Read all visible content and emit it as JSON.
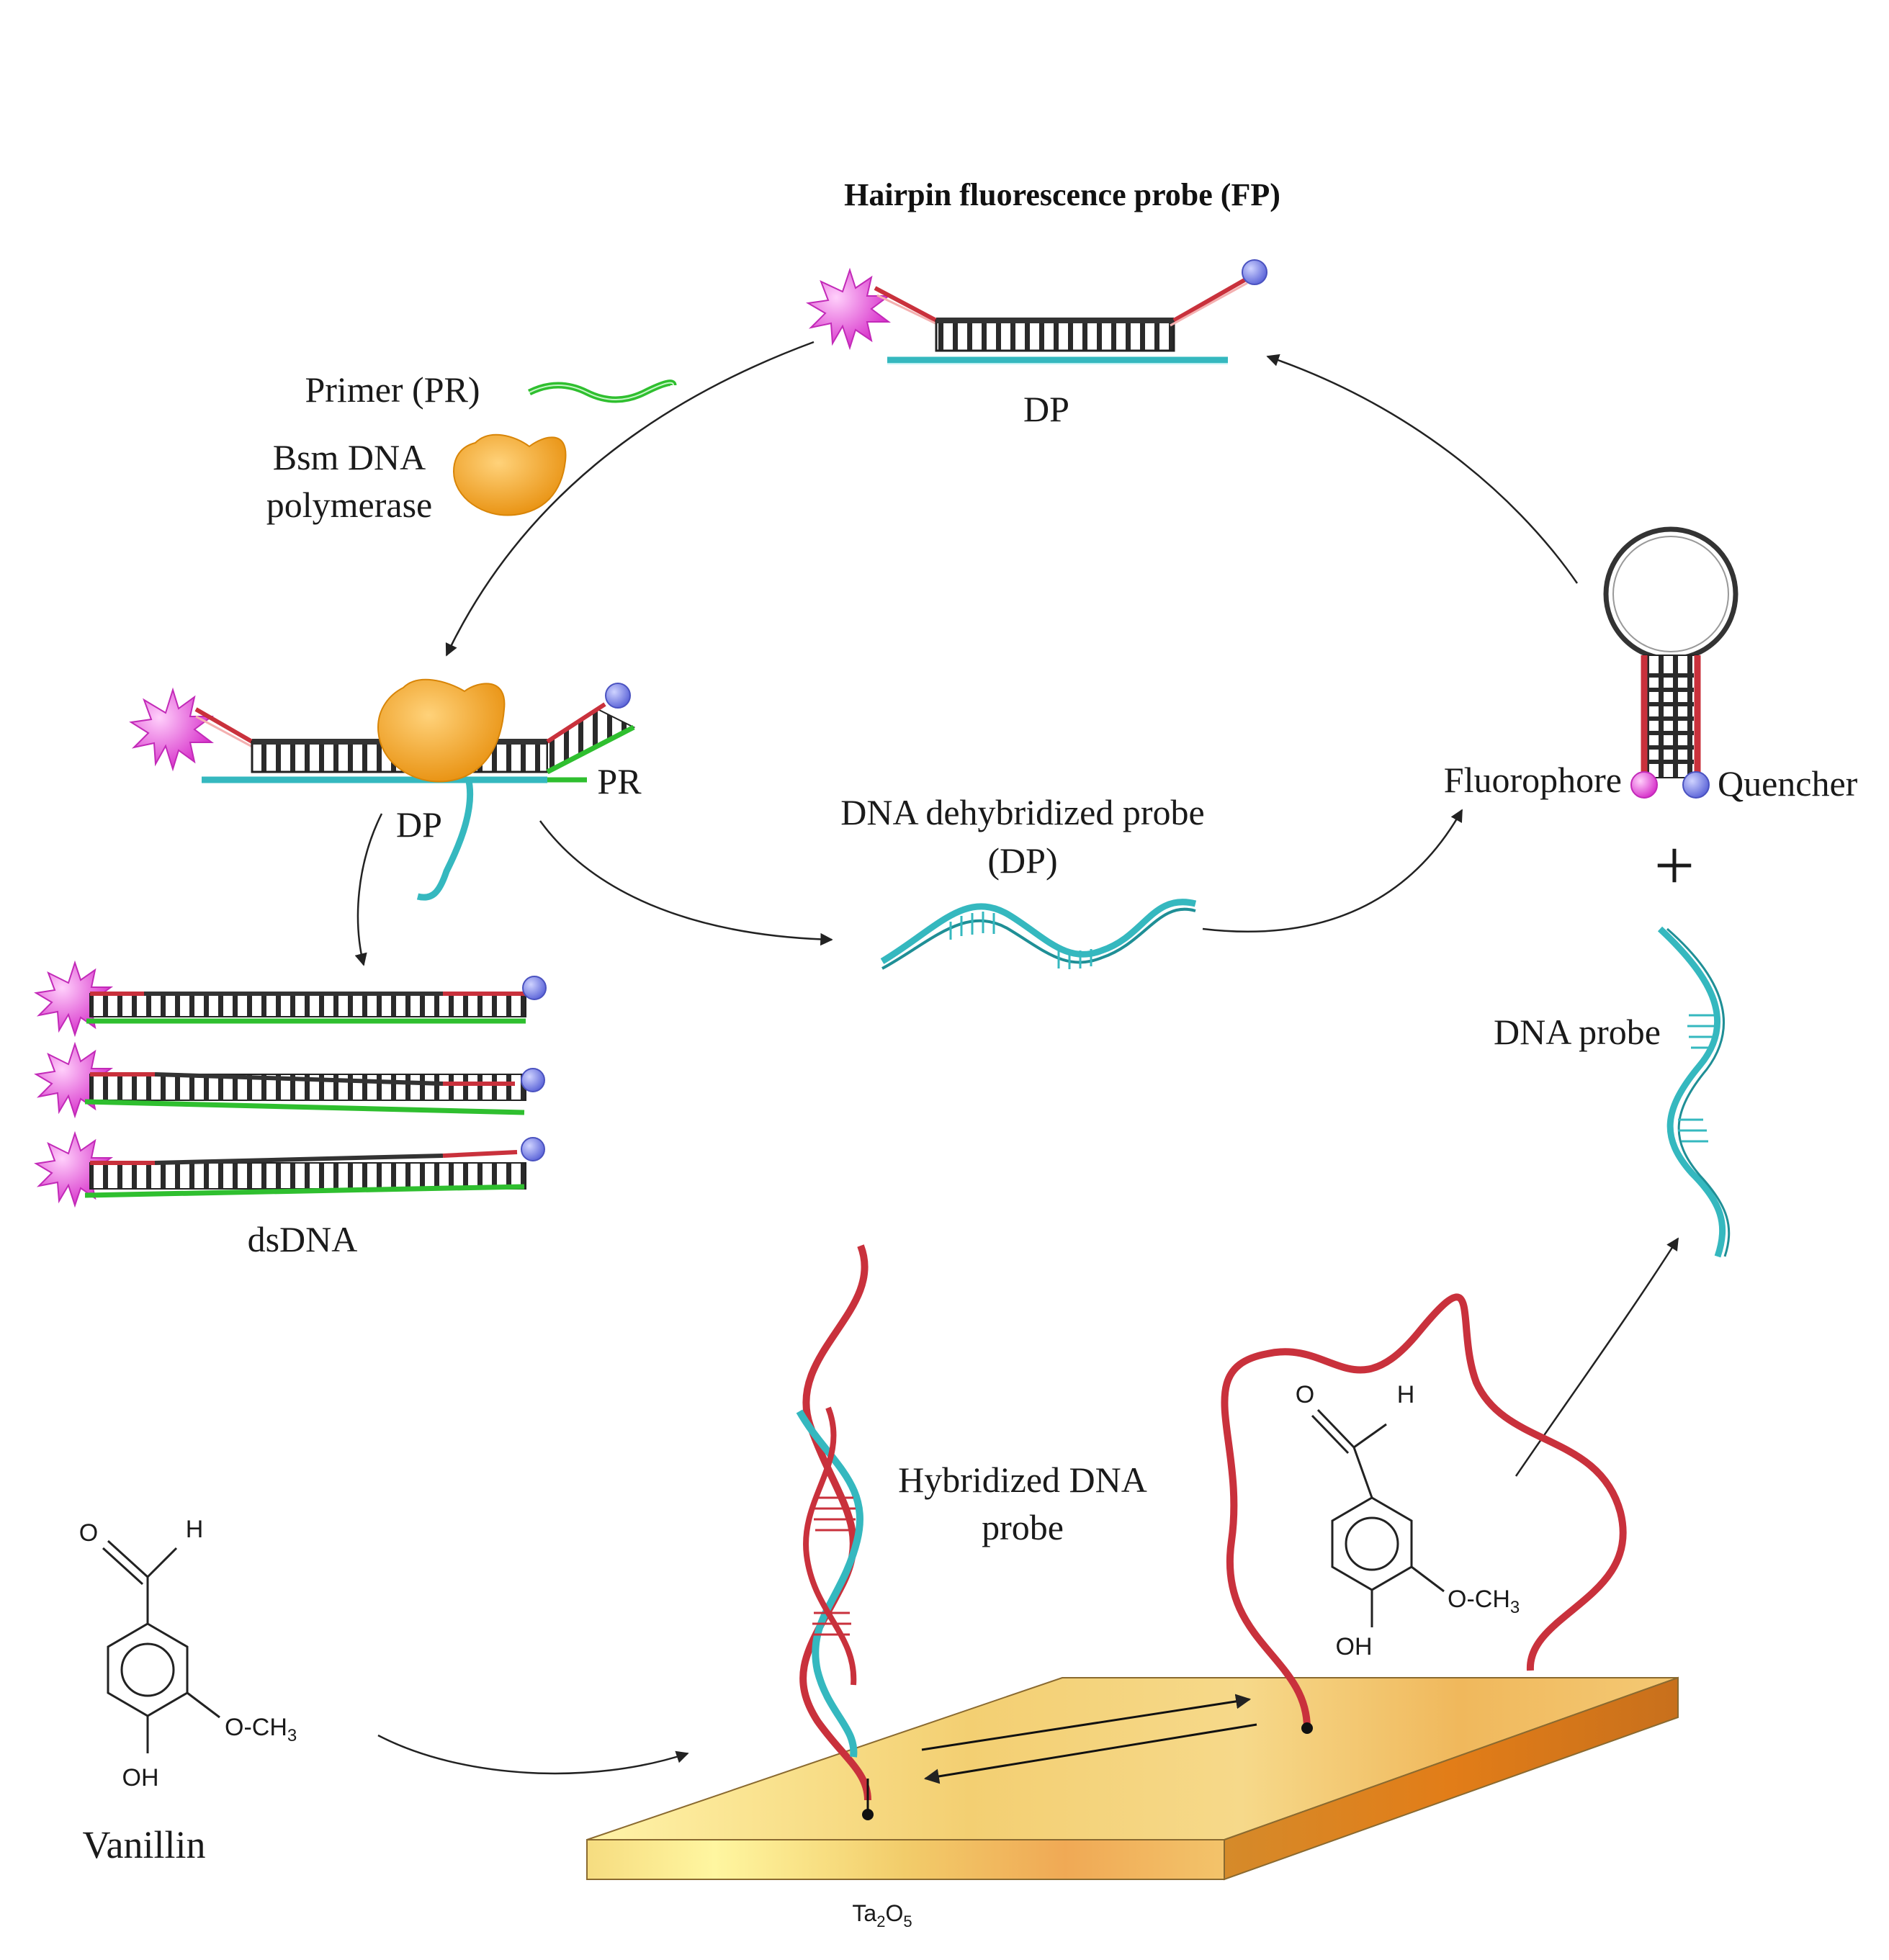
{
  "title": "Hairpin fluorescence probe (FP)",
  "labels": {
    "dp_top": "DP",
    "primer": "Primer (PR)",
    "bsm_line1": "Bsm DNA",
    "bsm_line2": "polymerase",
    "dp_mid": "DP",
    "pr": "PR",
    "dehyb_line1": "DNA dehybridized probe",
    "dehyb_line2": "(DP)",
    "fluorophore": "Fluorophore",
    "quencher": "Quencher",
    "plus": "+",
    "dna_probe": "DNA probe",
    "dsdna": "dsDNA",
    "hyb_line1": "Hybridized DNA",
    "hyb_line2": "probe",
    "vanillin": "Vanillin",
    "substrate_main": "Ta",
    "substrate_sub1": "2",
    "substrate_o": "O",
    "substrate_sub2": "5"
  },
  "chem": {
    "o": "O",
    "h": "H",
    "och3_main": "O-CH",
    "och3_sub": "3",
    "oh": "OH"
  },
  "colors": {
    "teal": "#35b8bf",
    "red": "#c9313c",
    "green": "#2fbf2f",
    "magenta": "#e23fd6",
    "blue": "#6f79e8",
    "enzyme": "#f0a21a",
    "slab": "#f1c867"
  }
}
